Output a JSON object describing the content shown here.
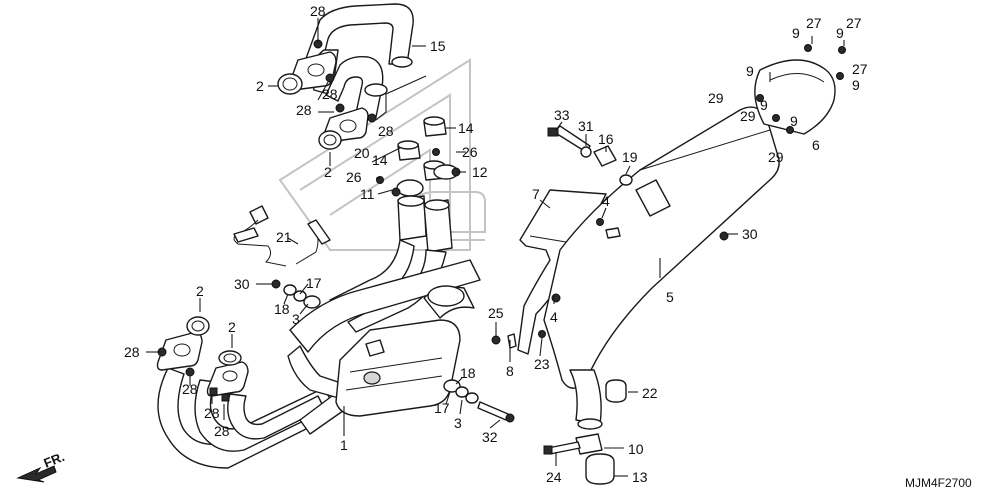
{
  "diagram": {
    "callouts": [
      {
        "id": "c28a",
        "text": "28"
      },
      {
        "id": "c15",
        "text": "15"
      },
      {
        "id": "c2a",
        "text": "2"
      },
      {
        "id": "c28b",
        "text": "28"
      },
      {
        "id": "c28c",
        "text": "28"
      },
      {
        "id": "c28d",
        "text": "28"
      },
      {
        "id": "c20",
        "text": "20"
      },
      {
        "id": "c2b",
        "text": "2"
      },
      {
        "id": "c14a",
        "text": "14"
      },
      {
        "id": "c26a",
        "text": "26"
      },
      {
        "id": "c14b",
        "text": "14"
      },
      {
        "id": "c12",
        "text": "12"
      },
      {
        "id": "c26b",
        "text": "26"
      },
      {
        "id": "c11",
        "text": "11"
      },
      {
        "id": "c21",
        "text": "21"
      },
      {
        "id": "c30a",
        "text": "30"
      },
      {
        "id": "c17a",
        "text": "17"
      },
      {
        "id": "c18a",
        "text": "18"
      },
      {
        "id": "c3a",
        "text": "3"
      },
      {
        "id": "c2c",
        "text": "2"
      },
      {
        "id": "c2d",
        "text": "2"
      },
      {
        "id": "c28e",
        "text": "28"
      },
      {
        "id": "c28f",
        "text": "28"
      },
      {
        "id": "c28g",
        "text": "28"
      },
      {
        "id": "c28h",
        "text": "28"
      },
      {
        "id": "c1",
        "text": "1"
      },
      {
        "id": "c18b",
        "text": "18"
      },
      {
        "id": "c17b",
        "text": "17"
      },
      {
        "id": "c3b",
        "text": "3"
      },
      {
        "id": "c32",
        "text": "32"
      },
      {
        "id": "c33",
        "text": "33"
      },
      {
        "id": "c31",
        "text": "31"
      },
      {
        "id": "c16",
        "text": "16"
      },
      {
        "id": "c19",
        "text": "19"
      },
      {
        "id": "c7",
        "text": "7"
      },
      {
        "id": "c4a",
        "text": "4"
      },
      {
        "id": "c30b",
        "text": "30"
      },
      {
        "id": "c5",
        "text": "5"
      },
      {
        "id": "c25",
        "text": "25"
      },
      {
        "id": "c4b",
        "text": "4"
      },
      {
        "id": "c8",
        "text": "8"
      },
      {
        "id": "c23",
        "text": "23"
      },
      {
        "id": "c22",
        "text": "22"
      },
      {
        "id": "c10",
        "text": "10"
      },
      {
        "id": "c24",
        "text": "24"
      },
      {
        "id": "c13",
        "text": "13"
      },
      {
        "id": "c9a",
        "text": "9"
      },
      {
        "id": "c27a",
        "text": "27"
      },
      {
        "id": "c9b",
        "text": "9"
      },
      {
        "id": "c27b",
        "text": "27"
      },
      {
        "id": "c9c",
        "text": "9"
      },
      {
        "id": "c27c",
        "text": "27"
      },
      {
        "id": "c9d",
        "text": "9"
      },
      {
        "id": "c29a",
        "text": "29"
      },
      {
        "id": "c9e",
        "text": "9"
      },
      {
        "id": "c29b",
        "text": "29"
      },
      {
        "id": "c9f",
        "text": "9"
      },
      {
        "id": "c6",
        "text": "6"
      },
      {
        "id": "c29c",
        "text": "29"
      }
    ],
    "front_label": "FR.",
    "diagram_code": "MJM4F2700"
  }
}
